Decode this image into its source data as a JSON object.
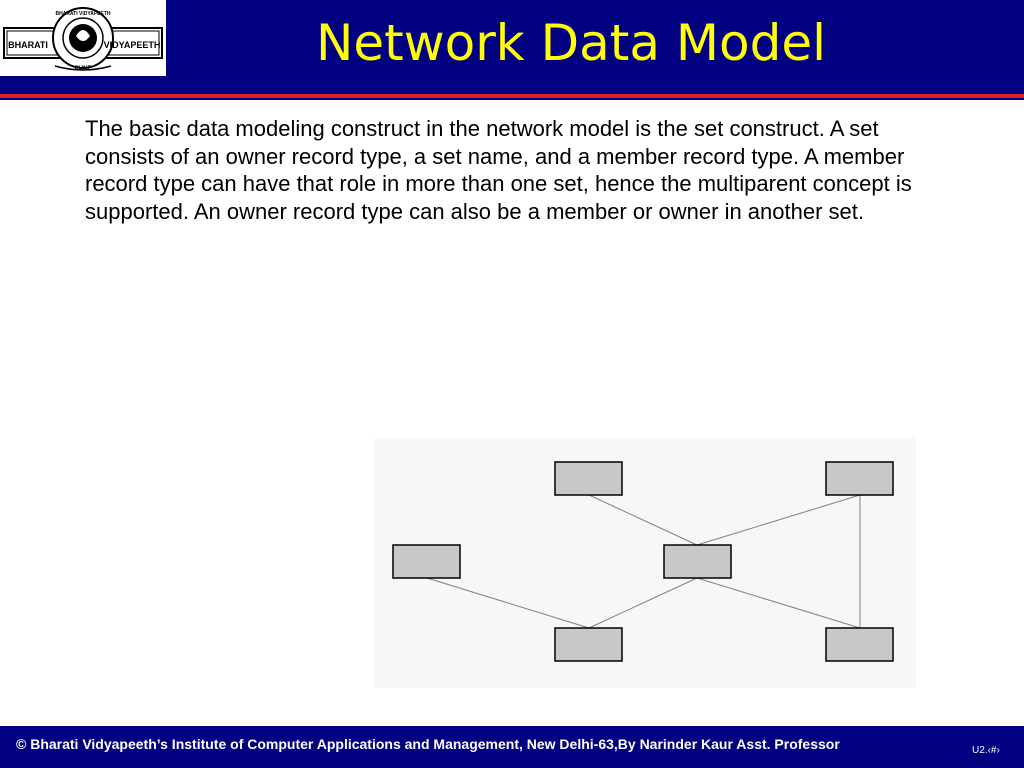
{
  "header": {
    "title": "Network Data Model",
    "logo": {
      "left_text": "BHARATI",
      "right_text": "VIDYAPEETH",
      "ring_text": "BHARATI VIDYAPEETH",
      "city_text": "PUNE"
    }
  },
  "colors": {
    "header_bg": "#000080",
    "title": "#ffff00",
    "accent_rule": "#e02020",
    "box_fill": "#c8c8c8"
  },
  "body": {
    "paragraph": "The basic data modeling construct in the network model is the set construct. A set consists of an owner record type, a set name, and a member record type. A member record type can have that role in more than one set, hence the multiparent concept is supported. An owner record type can also be a member or owner in another set."
  },
  "footer": {
    "copyright": "© Bharati Vidyapeeth’s Institute of Computer Applications and Management, New Delhi-63,By Narinder Kaur Asst. Professor",
    "slide_number": "U2.‹#›"
  }
}
